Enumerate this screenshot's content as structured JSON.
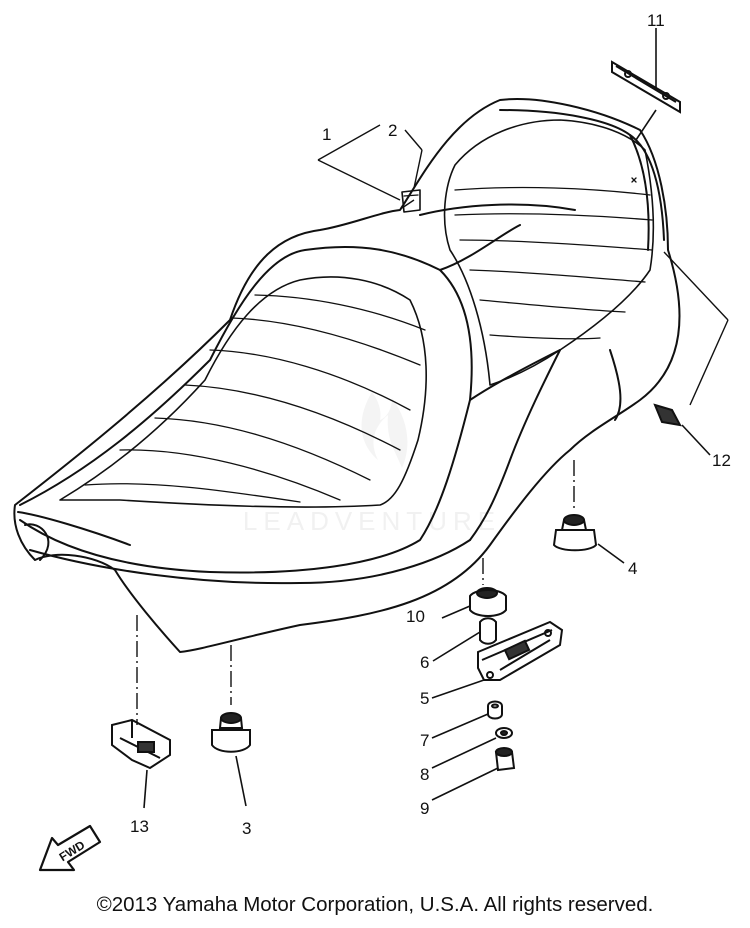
{
  "callouts": [
    "1",
    "2",
    "3",
    "4",
    "5",
    "6",
    "7",
    "8",
    "9",
    "10",
    "11",
    "12",
    "13"
  ],
  "direction_arrow": "FWD",
  "watermark": "LEADVENTURE",
  "copyright": "©2013 Yamaha Motor Corporation, U.S.A. All rights reserved.",
  "colors": {
    "ink": "#111111",
    "watermark": "#e6e6e6"
  }
}
